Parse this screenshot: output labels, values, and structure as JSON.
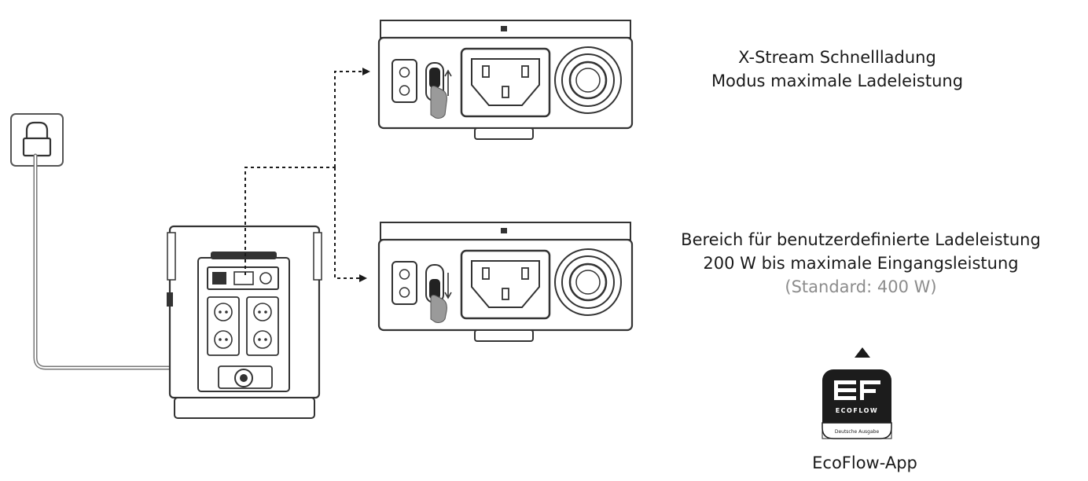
{
  "fast_mode": {
    "line1": "X-Stream Schnellladung",
    "line2": "Modus maximale Ladeleistung"
  },
  "custom_mode": {
    "line1": "Bereich für benutzerdefinierte Ladeleistung",
    "line2": "200 W bis maximale Eingangsleistung",
    "line3": "(Standard: 400 W)"
  },
  "app": {
    "label": "EcoFlow-App",
    "logo_text": "ECOFLOW",
    "badge_text": "Deutsche Ausgabe"
  }
}
